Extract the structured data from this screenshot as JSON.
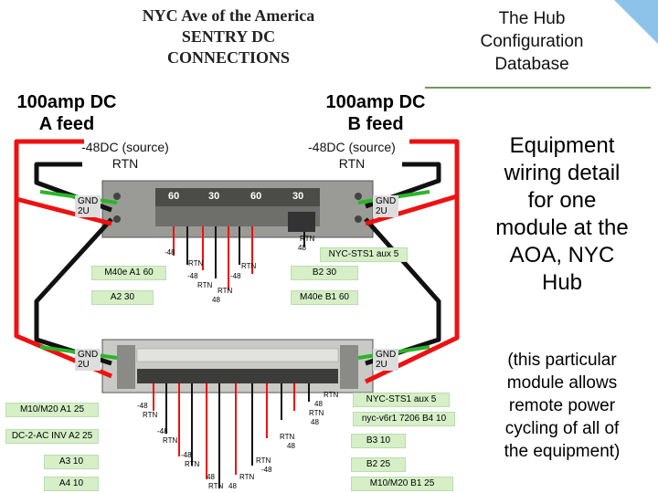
{
  "title": {
    "line1": "NYC Ave of the America",
    "line2": "SENTRY DC",
    "line3": "CONNECTIONS"
  },
  "hub_db": {
    "line1": "The Hub",
    "line2": "Configuration",
    "line3": "Database"
  },
  "feeds": {
    "a_line1": "100amp DC",
    "a_line2": "A feed",
    "b_line1": "100amp DC",
    "b_line2": "B feed",
    "source": "-48DC (source)",
    "rtn": "RTN"
  },
  "description": {
    "line1": "Equipment",
    "line2": "wiring detail",
    "line3": "for one",
    "line4": "module at the",
    "line5": "AOA, NYC",
    "line6": "Hub"
  },
  "note": {
    "line1": "(this particular",
    "line2": "module allows",
    "line3": "remote power",
    "line4": "cycling of all of",
    "line5": "the equipment)"
  },
  "gnd": "GND",
  "gnd_sub": "2U",
  "upper_fuses": [
    "60",
    "30",
    "60",
    "30"
  ],
  "upper_labels": {
    "nyc_sts1_aux5": "NYC-STS1 aux 5",
    "m40e_a1_60": "M40e A1 60",
    "b2_30": "B2 30",
    "a2_30": "A2 30",
    "m40e_b1_60": "M40e B1 60"
  },
  "lower_labels": {
    "nyc_sts1_aux5": "NYC-STS1 aux 5",
    "m10_m20_a1_25": "M10/M20 A1 25",
    "nyc_v6r1": "nyc-v6r1 7206 B4 10",
    "dc2ac": "DC-2-AC INV A2 25",
    "b3_10": "B3 10",
    "a3_10": "A3 10",
    "b2_25": "B2 25",
    "a4_10": "A4 10",
    "m10_m20_b1_25": "M10/M20 B1 25"
  },
  "wire_labels": {
    "m48": "-48",
    "n48": "48",
    "rtn": "RTN"
  }
}
